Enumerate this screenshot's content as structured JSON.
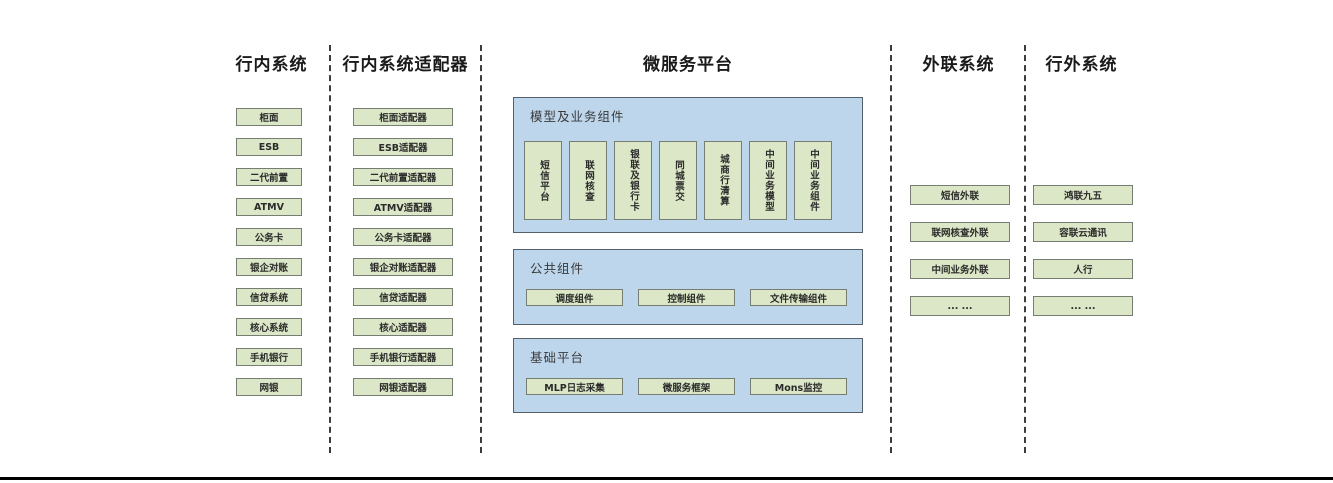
{
  "diagram": {
    "columns": {
      "internal": {
        "title": "行内系统",
        "items": [
          "柜面",
          "ESB",
          "二代前置",
          "ATMV",
          "公务卡",
          "银企对账",
          "信贷系统",
          "核心系统",
          "手机银行",
          "网银"
        ]
      },
      "adapters": {
        "title": "行内系统适配器",
        "items": [
          "柜面适配器",
          "ESB适配器",
          "二代前置适配器",
          "ATMV适配器",
          "公务卡适配器",
          "银企对账适配器",
          "信贷适配器",
          "核心适配器",
          "手机银行适配器",
          "网银适配器"
        ]
      },
      "platform": {
        "title": "微服务平台",
        "groups": [
          {
            "title": "模型及业务组件",
            "items": [
              "短信平台",
              "联网核查",
              "银联及银行卡",
              "同城票交",
              "城商行清算",
              "中间业务模型",
              "中间业务组件"
            ]
          },
          {
            "title": "公共组件",
            "items": [
              "调度组件",
              "控制组件",
              "文件传输组件"
            ]
          },
          {
            "title": "基础平台",
            "items": [
              "MLP日志采集",
              "微服务框架",
              "Mons监控"
            ]
          }
        ]
      },
      "external_link": {
        "title": "外联系统",
        "items": [
          "短信外联",
          "联网核查外联",
          "中间业务外联",
          "... ..."
        ]
      },
      "outside": {
        "title": "行外系统",
        "items": [
          "鸿联九五",
          "容联云通讯",
          "人行",
          "... ..."
        ]
      }
    },
    "colors": {
      "node_fill": "#dbe7c6",
      "node_border": "#767d72",
      "panel_fill": "#bdd6ec",
      "panel_border": "#55606b",
      "separator": "#3d3d3d",
      "bottom_rule": "#000000"
    }
  }
}
